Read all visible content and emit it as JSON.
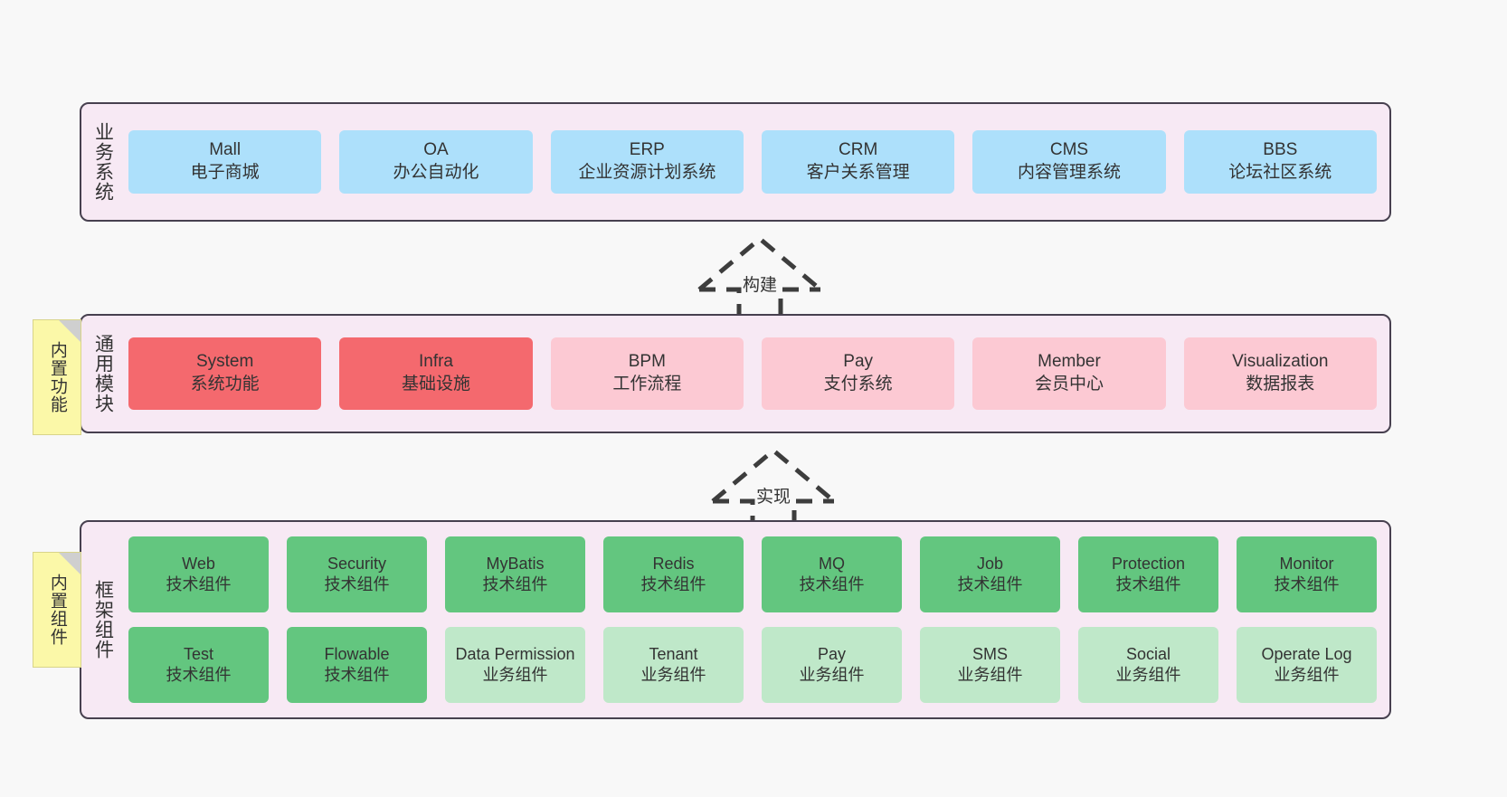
{
  "diagram": {
    "background_color": "#f8f8f8",
    "panel_color": "#f7e9f4",
    "panel_border_color": "#47404f"
  },
  "notes": [
    {
      "label": "内置功能",
      "name": "note-builtin-functions",
      "color": "#fbf8a8"
    },
    {
      "label": "内置组件",
      "name": "note-builtin-components",
      "color": "#fbf8a8"
    }
  ],
  "arrows": [
    {
      "label": "构建",
      "name": "arrow-build",
      "style": "dashed-hollow-up"
    },
    {
      "label": "实现",
      "name": "arrow-implement",
      "style": "dashed-hollow-up"
    }
  ],
  "layers": [
    {
      "title": "业务系统",
      "name": "layer-business-systems",
      "rows": [
        {
          "cards": [
            {
              "en": "Mall",
              "cn": "电子商城",
              "color": "#ade0fb"
            },
            {
              "en": "OA",
              "cn": "办公自动化",
              "color": "#ade0fb"
            },
            {
              "en": "ERP",
              "cn": "企业资源计划系统",
              "color": "#ade0fb"
            },
            {
              "en": "CRM",
              "cn": "客户关系管理",
              "color": "#ade0fb"
            },
            {
              "en": "CMS",
              "cn": "内容管理系统",
              "color": "#ade0fb"
            },
            {
              "en": "BBS",
              "cn": "论坛社区系统",
              "color": "#ade0fb"
            }
          ]
        }
      ]
    },
    {
      "title": "通用模块",
      "name": "layer-common-modules",
      "rows": [
        {
          "cards": [
            {
              "en": "System",
              "cn": "系统功能",
              "color": "#f4696e"
            },
            {
              "en": "Infra",
              "cn": "基础设施",
              "color": "#f4696e"
            },
            {
              "en": "BPM",
              "cn": "工作流程",
              "color": "#fcc9d3"
            },
            {
              "en": "Pay",
              "cn": "支付系统",
              "color": "#fcc9d3"
            },
            {
              "en": "Member",
              "cn": "会员中心",
              "color": "#fcc9d3"
            },
            {
              "en": "Visualization",
              "cn": "数据报表",
              "color": "#fcc9d3"
            }
          ]
        }
      ]
    },
    {
      "title": "框架组件",
      "name": "layer-framework-components",
      "rows": [
        {
          "cards": [
            {
              "en": "Web",
              "cn": "技术组件",
              "color": "#63c67f"
            },
            {
              "en": "Security",
              "cn": "技术组件",
              "color": "#63c67f"
            },
            {
              "en": "MyBatis",
              "cn": "技术组件",
              "color": "#63c67f"
            },
            {
              "en": "Redis",
              "cn": "技术组件",
              "color": "#63c67f"
            },
            {
              "en": "MQ",
              "cn": "技术组件",
              "color": "#63c67f"
            },
            {
              "en": "Job",
              "cn": "技术组件",
              "color": "#63c67f"
            },
            {
              "en": "Protection",
              "cn": "技术组件",
              "color": "#63c67f"
            },
            {
              "en": "Monitor",
              "cn": "技术组件",
              "color": "#63c67f"
            }
          ]
        },
        {
          "cards": [
            {
              "en": "Test",
              "cn": "技术组件",
              "color": "#63c67f"
            },
            {
              "en": "Flowable",
              "cn": "技术组件",
              "color": "#63c67f"
            },
            {
              "en": "Data Permission",
              "cn": "业务组件",
              "color": "#bfe8c9"
            },
            {
              "en": "Tenant",
              "cn": "业务组件",
              "color": "#bfe8c9"
            },
            {
              "en": "Pay",
              "cn": "业务组件",
              "color": "#bfe8c9"
            },
            {
              "en": "SMS",
              "cn": "业务组件",
              "color": "#bfe8c9"
            },
            {
              "en": "Social",
              "cn": "业务组件",
              "color": "#bfe8c9"
            },
            {
              "en": "Operate Log",
              "cn": "业务组件",
              "color": "#bfe8c9"
            }
          ]
        }
      ]
    }
  ]
}
